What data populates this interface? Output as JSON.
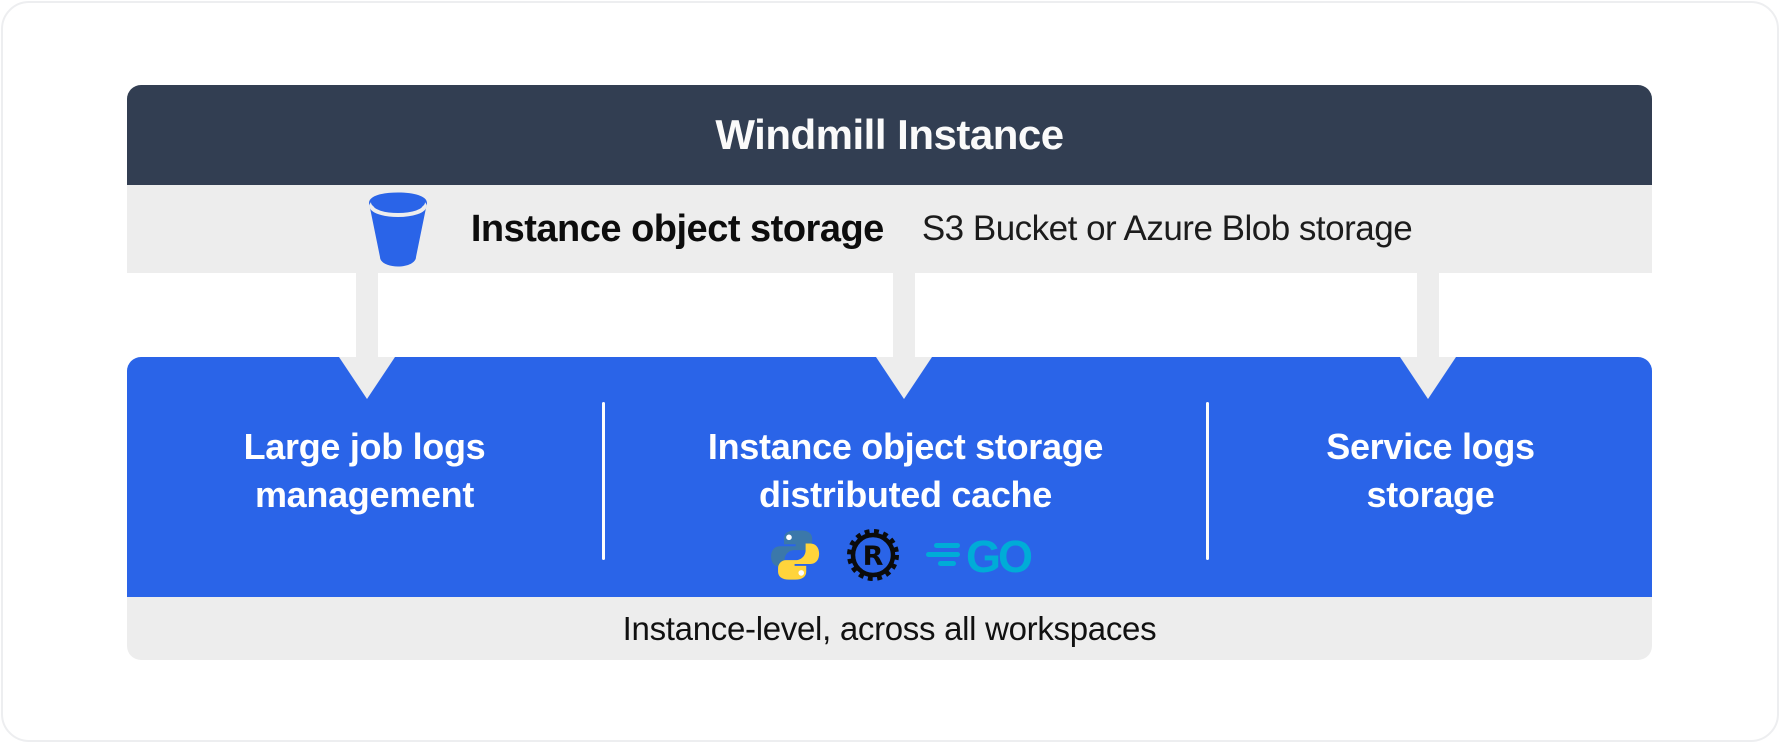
{
  "colors": {
    "header_bg": "#323e52",
    "panel_gray": "#ededed",
    "accent_blue": "#2a64e8",
    "python_blue": "#3b78aa",
    "python_yellow": "#ffd43b",
    "rust_black": "#0b0b0b",
    "go_teal": "#00acd7",
    "text_dark": "#111111",
    "text_white": "#ffffff"
  },
  "header": {
    "title": "Windmill Instance"
  },
  "storage_bar": {
    "icon": "bucket-icon",
    "label": "Instance object storage",
    "sublabel": "S3 Bucket or Azure Blob storage"
  },
  "arrows": {
    "count": 3,
    "direction": "down"
  },
  "main": {
    "sections": [
      {
        "title": "Large job logs\nmanagement",
        "icons": []
      },
      {
        "title": "Instance object storage\ndistributed cache",
        "icons": [
          "python-icon",
          "rust-icon",
          "go-icon"
        ]
      },
      {
        "title": "Service logs\nstorage",
        "icons": []
      }
    ]
  },
  "footer": {
    "label": "Instance-level, across all workspaces"
  }
}
